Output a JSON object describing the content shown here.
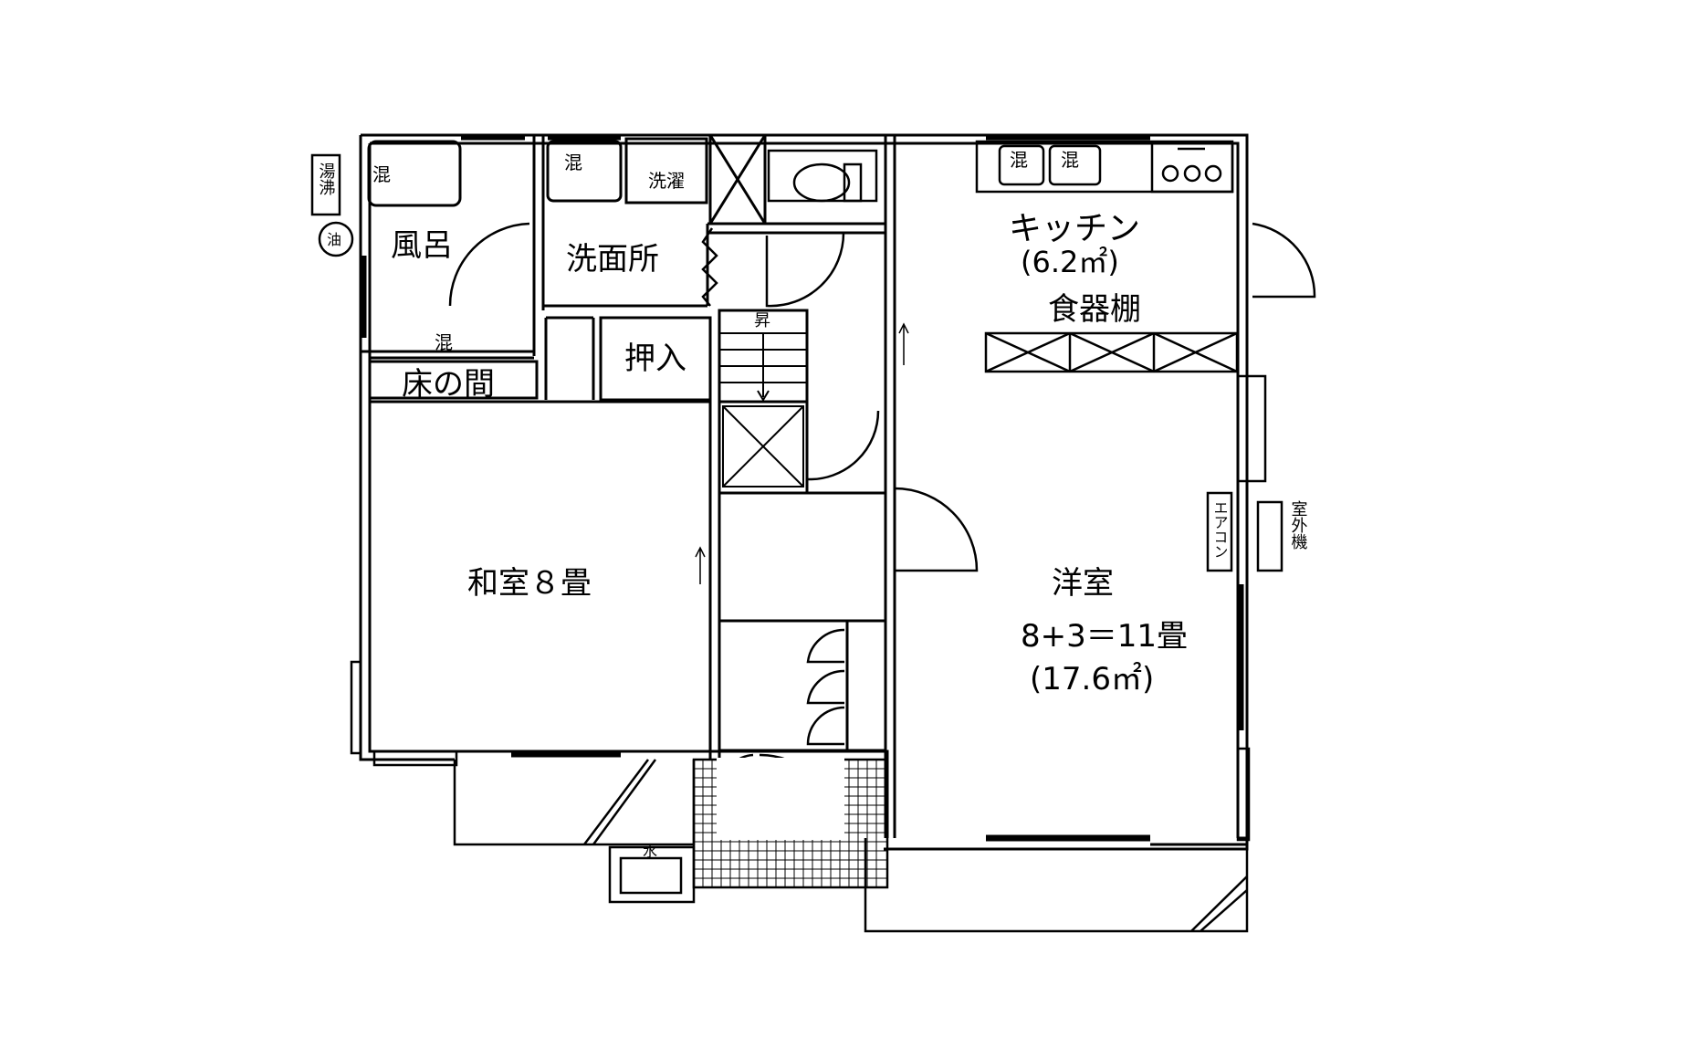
{
  "rooms": {
    "bath": "風呂",
    "washroom": "洗面所",
    "kitchen": "キッチン",
    "kitchen_area": "(6.2㎡)",
    "cupboard": "食器棚",
    "closet": "押入",
    "alcove": "床の間",
    "japanese_room": "和室８畳",
    "western_room": "洋室",
    "western_size": "8+3＝11畳",
    "western_area": "(17.6㎡)"
  },
  "fixtures": {
    "mixer": "混",
    "washer": "洗濯",
    "water_heater": "湯沸",
    "oil_tank": "油",
    "aircon": "エアコン",
    "outdoor_unit": "室外機",
    "faucet": "水",
    "stairs_up": "昇"
  }
}
